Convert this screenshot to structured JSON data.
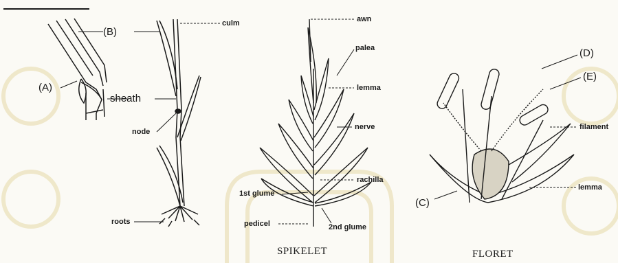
{
  "colors": {
    "ink": "#1a1a1a",
    "watermark": "#e8dcb0"
  },
  "labels": {
    "a": "(A)",
    "b": "(B)",
    "c": "(C)",
    "d": "(D)",
    "e": "(E)",
    "culm": "culm",
    "sheath": "sheath",
    "node": "node",
    "roots": "roots",
    "awn": "awn",
    "palea": "palea",
    "lemma_top": "lemma",
    "nerve": "nerve",
    "rachilla": "rachilla",
    "first_glume": "1st glume",
    "pedicel": "pedicel",
    "second_glume": "2nd glume",
    "filament": "filament",
    "lemma_floret": "lemma"
  },
  "captions": {
    "spikelet": "SPIKELET",
    "floret": "FLORET"
  }
}
